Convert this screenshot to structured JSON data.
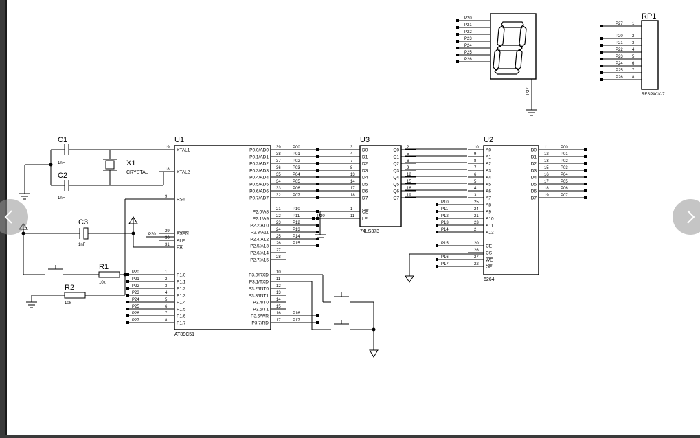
{
  "schematic": {
    "u1": {
      "ref": "U1",
      "part": "AT89C51",
      "left_pins": [
        {
          "num": "19",
          "name": "XTAL1"
        },
        {
          "num": "18",
          "name": "XTAL2"
        },
        {
          "num": "9",
          "name": "RST"
        },
        {
          "num": "29",
          "name": "PSEN",
          "bar": true
        },
        {
          "num": "30",
          "name": "ALE"
        },
        {
          "num": "31",
          "name": "EA",
          "bar": true
        },
        {
          "num": "1",
          "name": "P1.0",
          "net": "P20"
        },
        {
          "num": "2",
          "name": "P1.1",
          "net": "P21"
        },
        {
          "num": "3",
          "name": "P1.2",
          "net": "P22"
        },
        {
          "num": "4",
          "name": "P1.3",
          "net": "P23"
        },
        {
          "num": "5",
          "name": "P1.4",
          "net": "P24"
        },
        {
          "num": "6",
          "name": "P1.5",
          "net": "P25"
        },
        {
          "num": "7",
          "name": "P1.6",
          "net": "P26"
        },
        {
          "num": "8",
          "name": "P1.7",
          "net": "P27"
        }
      ],
      "right_pins": [
        {
          "num": "39",
          "name": "P0.0/AD0",
          "net": "P00"
        },
        {
          "num": "38",
          "name": "P0.1/AD1",
          "net": "P01"
        },
        {
          "num": "37",
          "name": "P0.2/AD2",
          "net": "P02"
        },
        {
          "num": "36",
          "name": "P0.3/AD3",
          "net": "P03"
        },
        {
          "num": "35",
          "name": "P0.4/AD4",
          "net": "P04"
        },
        {
          "num": "34",
          "name": "P0.5/AD5",
          "net": "P05"
        },
        {
          "num": "33",
          "name": "P0.6/AD6",
          "net": "P06"
        },
        {
          "num": "32",
          "name": "P0.7/AD7",
          "net": "P07"
        },
        {
          "num": "21",
          "name": "P2.0/A8",
          "net": "P10"
        },
        {
          "num": "22",
          "name": "P2.1/A9",
          "net": "P11"
        },
        {
          "num": "23",
          "name": "P2.2/A10",
          "net": "P12"
        },
        {
          "num": "24",
          "name": "P2.3/A11",
          "net": "P13"
        },
        {
          "num": "25",
          "name": "P2.4/A12",
          "net": "P14"
        },
        {
          "num": "26",
          "name": "P2.5/A13",
          "net": "P15"
        },
        {
          "num": "27",
          "name": "P2.6/A14",
          "net": ""
        },
        {
          "num": "28",
          "name": "P2.7/A15",
          "net": ""
        },
        {
          "num": "10",
          "name": "P3.0/RXD",
          "net": ""
        },
        {
          "num": "11",
          "name": "P3.1/TXD",
          "net": ""
        },
        {
          "num": "12",
          "name": "P3.2/INT0",
          "net": ""
        },
        {
          "num": "13",
          "name": "P3.3/INT1",
          "net": ""
        },
        {
          "num": "14",
          "name": "P3.4/T0",
          "net": ""
        },
        {
          "num": "15",
          "name": "P3.5/T1",
          "net": ""
        },
        {
          "num": "16",
          "name": "P3.6/WR",
          "net": "P16"
        },
        {
          "num": "17",
          "name": "P3.7/RD",
          "net": "P17"
        }
      ]
    },
    "u3": {
      "ref": "U3",
      "part": "74LS373",
      "left_pins": [
        {
          "num": "3",
          "name": "D0"
        },
        {
          "num": "4",
          "name": "D1"
        },
        {
          "num": "7",
          "name": "D2"
        },
        {
          "num": "8",
          "name": "D3"
        },
        {
          "num": "13",
          "name": "D4"
        },
        {
          "num": "14",
          "name": "D5"
        },
        {
          "num": "17",
          "name": "D6"
        },
        {
          "num": "18",
          "name": "D7"
        },
        {
          "num": "1",
          "name": "OE",
          "bar": true
        },
        {
          "num": "11",
          "name": "LE",
          "net": "P30"
        }
      ],
      "right_pins": [
        {
          "num": "2",
          "name": "Q0"
        },
        {
          "num": "5",
          "name": "Q1"
        },
        {
          "num": "6",
          "name": "Q2"
        },
        {
          "num": "9",
          "name": "Q3"
        },
        {
          "num": "12",
          "name": "Q4"
        },
        {
          "num": "15",
          "name": "Q5"
        },
        {
          "num": "16",
          "name": "Q6"
        },
        {
          "num": "19",
          "name": "Q7"
        }
      ]
    },
    "u2": {
      "ref": "U2",
      "part": "6264",
      "left_pins": [
        {
          "num": "10",
          "name": "A0"
        },
        {
          "num": "9",
          "name": "A1"
        },
        {
          "num": "8",
          "name": "A2"
        },
        {
          "num": "7",
          "name": "A3"
        },
        {
          "num": "6",
          "name": "A4"
        },
        {
          "num": "5",
          "name": "A5"
        },
        {
          "num": "4",
          "name": "A6"
        },
        {
          "num": "3",
          "name": "A7"
        },
        {
          "num": "25",
          "name": "A8",
          "net": "P10"
        },
        {
          "num": "24",
          "name": "A9",
          "net": "P11"
        },
        {
          "num": "21",
          "name": "A10",
          "net": "P12"
        },
        {
          "num": "23",
          "name": "A11",
          "net": "P13"
        },
        {
          "num": "2",
          "name": "A12",
          "net": "P14"
        },
        {
          "num": "20",
          "name": "CE",
          "bar": true,
          "net": "P15"
        },
        {
          "num": "26",
          "name": "CS"
        },
        {
          "num": "27",
          "name": "WE",
          "bar": true,
          "net": "P16"
        },
        {
          "num": "22",
          "name": "OE",
          "bar": true,
          "net": "P17"
        }
      ],
      "right_pins": [
        {
          "num": "11",
          "name": "D0",
          "net": "P00"
        },
        {
          "num": "12",
          "name": "D1",
          "net": "P01"
        },
        {
          "num": "13",
          "name": "D2",
          "net": "P02"
        },
        {
          "num": "15",
          "name": "D3",
          "net": "P03"
        },
        {
          "num": "16",
          "name": "D4",
          "net": "P04"
        },
        {
          "num": "17",
          "name": "D5",
          "net": "P05"
        },
        {
          "num": "18",
          "name": "D6",
          "net": "P06"
        },
        {
          "num": "19",
          "name": "D7",
          "net": "P07"
        }
      ]
    },
    "rp1": {
      "ref": "RP1",
      "part": "RESPACK-7",
      "pins": [
        {
          "num": "1",
          "net": "P27"
        },
        {
          "num": "2",
          "net": "P20"
        },
        {
          "num": "3",
          "net": "P21"
        },
        {
          "num": "4",
          "net": "P22"
        },
        {
          "num": "5",
          "net": "P23"
        },
        {
          "num": "6",
          "net": "P24"
        },
        {
          "num": "7",
          "net": "P25"
        },
        {
          "num": "8",
          "net": "P26"
        }
      ]
    },
    "seg": {
      "nets": [
        "P20",
        "P21",
        "P22",
        "P23",
        "P24",
        "P25",
        "P26"
      ],
      "common": "P27"
    },
    "passives": {
      "c1": {
        "ref": "C1",
        "value": "1nF"
      },
      "c2": {
        "ref": "C2",
        "value": "1nF"
      },
      "c3": {
        "ref": "C3",
        "value": "1nF"
      },
      "x1": {
        "ref": "X1",
        "value": "CRYSTAL"
      },
      "r1": {
        "ref": "R1",
        "value": "10k"
      },
      "r2": {
        "ref": "R2",
        "value": "10k"
      },
      "ale_net": "P30"
    }
  },
  "viewer": {
    "prev_icon": "chevron-left-icon",
    "next_icon": "chevron-right-icon"
  }
}
